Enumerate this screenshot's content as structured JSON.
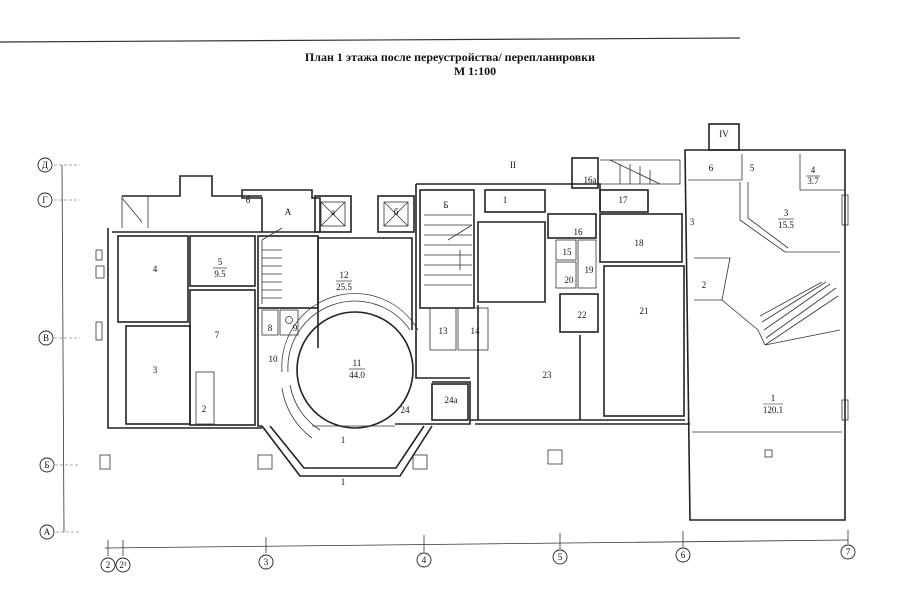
{
  "title": "План 1 этажа после переустройства/ перепланировки",
  "scale": "М 1:100",
  "axes": {
    "rows": [
      "Д",
      "Г",
      "В",
      "Б",
      "А"
    ],
    "columns": [
      "2",
      "2¹",
      "3",
      "4",
      "5",
      "6",
      "7"
    ]
  },
  "rooms_left": {
    "r4": "4",
    "r5": "5",
    "r5_area": "9.5",
    "r7": "7",
    "r3": "3",
    "r2": "2",
    "r6": "6",
    "rA": "А",
    "r8": "8",
    "r9": "9",
    "r10": "10",
    "r11": "11",
    "r11_area": "44.0",
    "r12": "12",
    "r12_area": "25.5",
    "r24": "24",
    "r1_entry": "1",
    "r1_porch": "1",
    "elevator_a": "а",
    "elevator_b": "б"
  },
  "rooms_center": {
    "rB": "Б",
    "rII": "II",
    "r1": "1",
    "r16a": "16а",
    "r17": "17",
    "r16": "16",
    "r15": "15",
    "r18": "18",
    "r19": "19",
    "r20": "20",
    "r22": "22",
    "r21": "21",
    "r13": "13",
    "r14": "14",
    "r23": "23",
    "r24a": "24а"
  },
  "rooms_right": {
    "rIV": "IV",
    "r6": "6",
    "r5": "5",
    "r4": "4",
    "r4_area": "3.7",
    "r3": "3",
    "r3_area": "15.5",
    "r3_side": "3",
    "r2": "2",
    "r1": "1",
    "r1_area": "120.1"
  }
}
